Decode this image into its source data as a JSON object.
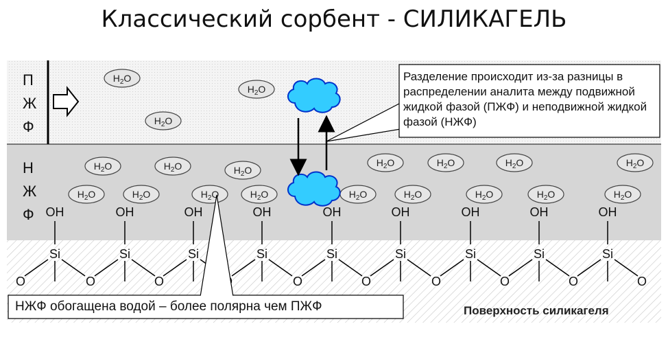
{
  "title": "Классический сорбент - СИЛИКАГЕЛЬ",
  "mobile_phase": {
    "letters": [
      "П",
      "Ж",
      "Ф"
    ]
  },
  "stationary_phase": {
    "letters": [
      "Н",
      "Ж",
      "Ф"
    ]
  },
  "water_label": {
    "base": "H",
    "sub": "2",
    "tail": "O"
  },
  "callout_top": "Разделение происходит из-за разницы в распределении аналита между подвижной жидкой фазой (ПЖФ) и неподвижной жидкой фазой (НЖФ)",
  "callout_bottom": "НЖФ обогащена водой – более полярна чем ПЖФ",
  "surface_label": "Поверхность силикагеля",
  "atoms": {
    "hydroxyl": "OH",
    "silicon": "Si",
    "oxygen": "O"
  },
  "colors": {
    "mobile_bg": "#f2f2f2",
    "stationary_bg": "#d6d6d6",
    "cloud_fill": "#33ccff",
    "cloud_stroke": "#0033cc"
  }
}
